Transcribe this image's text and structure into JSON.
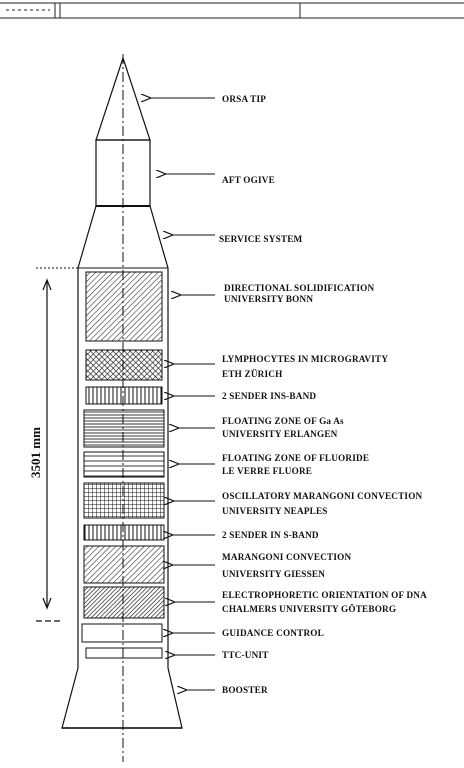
{
  "labels": {
    "orsa_tip": "ORSA TIP",
    "aft_ogive": "AFT OGIVE",
    "service_system": "SERVICE SYSTEM",
    "dir_solid_1": "DIRECTIONAL SOLIDIFICATION",
    "dir_solid_2": "UNIVERSITY BONN",
    "lymph_1": "LYMPHOCYTES IN MICROGRAVITY",
    "lymph_2": "ETH ZÜRICH",
    "sender_ins": "2 SENDER INS-BAND",
    "float_gaas_1": "FLOATING ZONE OF Ga  As",
    "float_gaas_2": "UNIVERSITY ERLANGEN",
    "float_fluor_1": "FLOATING ZONE OF FLUORIDE",
    "float_fluor_2": "LE VERRE FLUORE",
    "osc_1": "OSCILLATORY MARANGONI CONVECTION",
    "osc_2": "UNIVERSITY NEAPLES",
    "sender_s": "2 SENDER IN S-BAND",
    "marangoni_1": "MARANGONI CONVECTION",
    "marangoni_2": "UNIVERSITY GIESSEN",
    "electro_1": "ELECTROPHORETIC ORIENTATION OF DNA",
    "electro_2": "CHALMERS UNIVERSITY GÖTEBORG",
    "guidance": "GUIDANCE CONTROL",
    "ttc": "TTC-UNIT",
    "booster": "BOOSTER"
  },
  "dimension": "3501 mm"
}
